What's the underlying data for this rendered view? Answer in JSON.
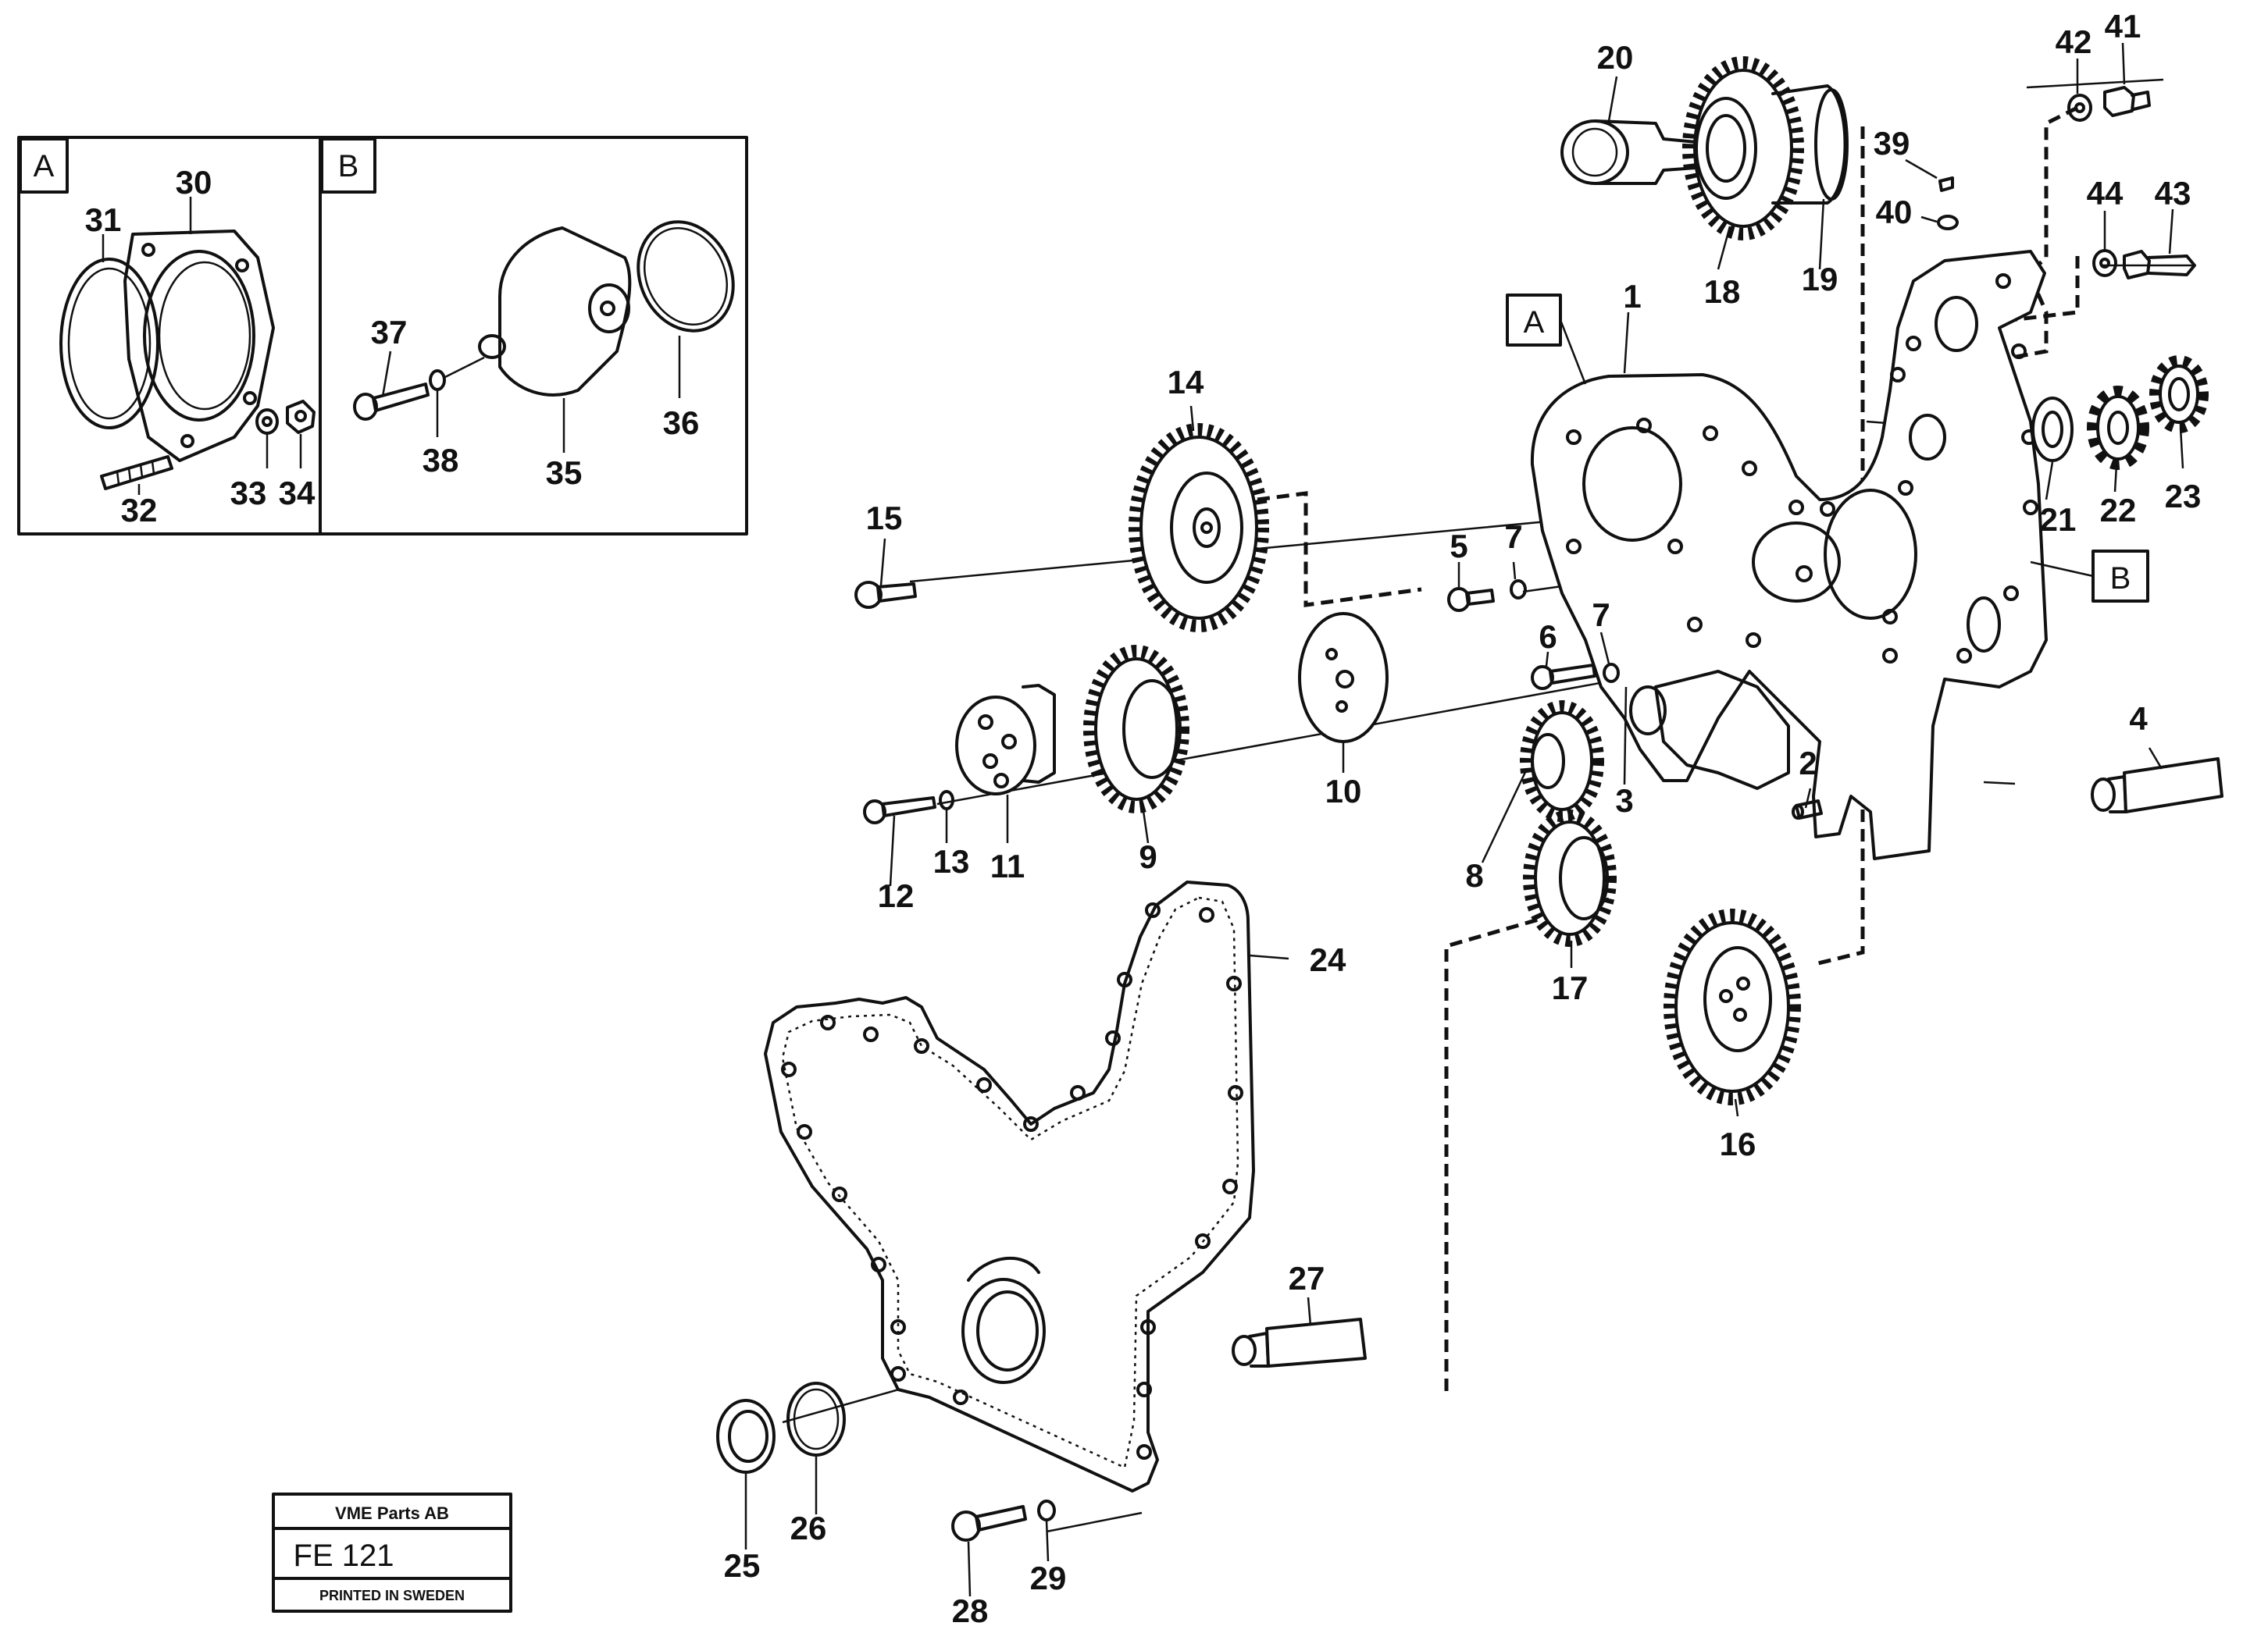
{
  "insets": {
    "a": {
      "label": "A",
      "callouts": [
        "30",
        "31",
        "32",
        "33",
        "34"
      ]
    },
    "b": {
      "label": "B",
      "callouts": [
        "35",
        "36",
        "37",
        "38"
      ]
    }
  },
  "main_refs": {
    "a": "A",
    "b": "B"
  },
  "callouts": {
    "c1": "1",
    "c2": "2",
    "c3": "3",
    "c4": "4",
    "c5": "5",
    "c6": "6",
    "c7a": "7",
    "c7b": "7",
    "c8": "8",
    "c9": "9",
    "c10": "10",
    "c11": "11",
    "c12": "12",
    "c13": "13",
    "c14": "14",
    "c15": "15",
    "c16": "16",
    "c17": "17",
    "c18": "18",
    "c19": "19",
    "c20": "20",
    "c21": "21",
    "c22": "22",
    "c23": "23",
    "c24": "24",
    "c25": "25",
    "c26": "26",
    "c27": "27",
    "c28": "28",
    "c29": "29",
    "c39": "39",
    "c40": "40",
    "c41": "41",
    "c42": "42",
    "c43": "43",
    "c44": "44"
  },
  "footer": {
    "company": "VME Parts AB",
    "code": "FE 121",
    "printed": "PRINTED IN SWEDEN"
  }
}
